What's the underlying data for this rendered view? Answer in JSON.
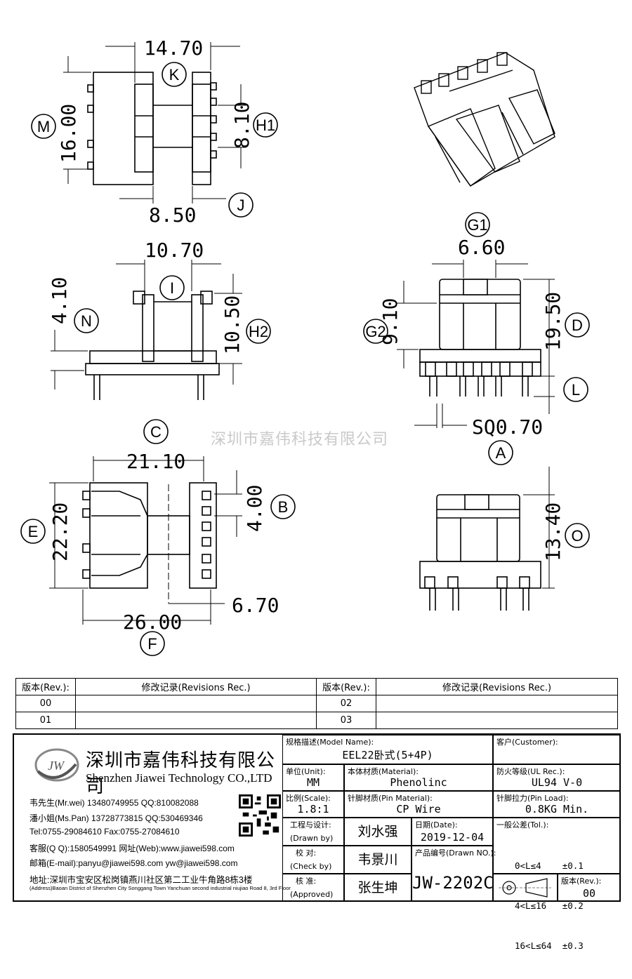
{
  "dimensions": {
    "k_width": "14.70",
    "m_height": "16.00",
    "h1": "8.10",
    "j_width": "8.50",
    "i_width": "10.70",
    "n_height": "4.10",
    "h2": "10.50",
    "g1_width": "6.60",
    "g2_height": "9.10",
    "d_height": "19.50",
    "pin_sq": "SQ0.70",
    "c_width": "21.10",
    "e_height": "22.20",
    "b_pitch": "4.00",
    "f_width": "26.00",
    "pin_row": "6.70",
    "o_height": "13.40"
  },
  "labels": {
    "k": "K",
    "m": "M",
    "h1": "H1",
    "j": "J",
    "i": "I",
    "n": "N",
    "h2": "H2",
    "g1": "G1",
    "g2": "G2",
    "d": "D",
    "l": "L",
    "a": "A",
    "c": "C",
    "e": "E",
    "b": "B",
    "f": "F",
    "o": "O"
  },
  "watermark": "深圳市嘉伟科技有限公司",
  "revisions": {
    "rev_header": "版本(Rev.):",
    "rec_header": "修改记录(Revisions Rec.)",
    "rows": [
      [
        "00",
        "",
        "02",
        ""
      ],
      [
        "01",
        "",
        "03",
        ""
      ]
    ]
  },
  "company": {
    "logo_text": "JW",
    "name_cn": "深圳市嘉伟科技有限公司",
    "name_en": "Shenzhen Jiawei Technology CO.,LTD",
    "contacts": [
      "韦先生(Mr.wei) 13480749955 QQ:810082088",
      "潘小姐(Ms.Pan) 13728773815 QQ:530469346",
      "Tel:0755-29084610      Fax:0755-27084610",
      "客服(Q Q):1580549991   网址(Web):www.jiawei598.com",
      "邮箱(E-mail):panyu@jiawei598.com  yw@jiawei598.com"
    ],
    "address_cn": "地址:深圳市宝安区松岗镇燕川社区第二工业牛角路8栋3楼",
    "address_en": "(Address)Baoan District of Shenzhen City Songgang Town Yanchuan  second industrial niujiao Road 8, 3rd Floor"
  },
  "titleblock": {
    "model_cap": "规格描述(Model Name):",
    "model": "EEL22卧式(5+4P)",
    "customer_cap": "客户(Customer):",
    "customer": "",
    "unit_cap": "单位(Unit):",
    "unit": "MM",
    "material_cap": "本体材质(Material):",
    "material": "Phenolinc",
    "ul_cap": "防火等级(UL Rec.):",
    "ul": "UL94 V-0",
    "scale_cap": "比例(Scale):",
    "scale": "1.8:1",
    "pin_material_cap": "针脚材质(Pin Material):",
    "pin_material": "CP Wire",
    "pin_load_cap": "针脚拉力(Pin Load):",
    "pin_load": "0.8KG Min.",
    "drawn_cap": "工程与设计:",
    "drawn_sub": "(Drawn by)",
    "drawn": "刘水强",
    "date_cap": "日期(Date):",
    "date": "2019-12-04",
    "check_cap": "校   对:",
    "check_sub": "(Check by)",
    "check": "韦景川",
    "drawn_no_cap": "产品编号(Drawn NO.):",
    "drawn_no": "JW-2202C",
    "approved_cap": "核   准:",
    "approved_sub": "(Approved)",
    "approved": "张生坤",
    "tol_cap": "一般公差(Tol.):",
    "tol": [
      "0<L≤4    ±0.1",
      "4<L≤16   ±0.2",
      "16<L≤64  ±0.3"
    ],
    "rev_cap": "版本(Rev.):",
    "rev": "00"
  }
}
